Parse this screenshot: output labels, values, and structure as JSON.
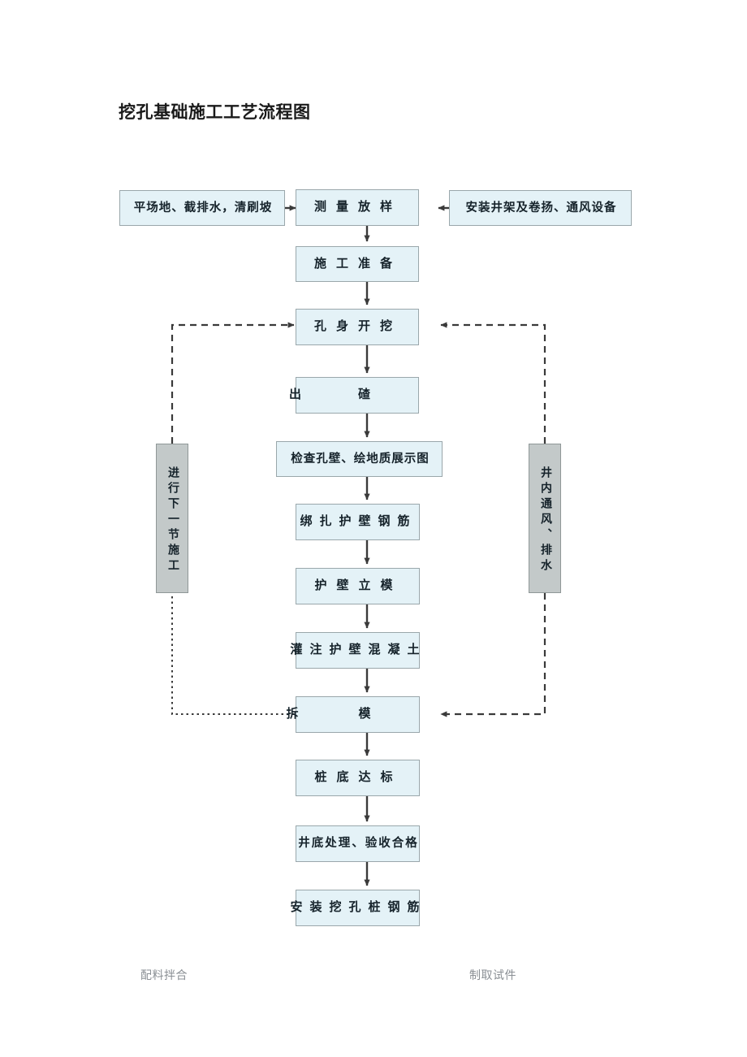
{
  "page": {
    "title": "挖孔基础施工工艺流程图",
    "background_color": "#ffffff"
  },
  "theme": {
    "node_fill": "#e4f2f7",
    "node_border": "#9aa7ab",
    "side_node_fill": "#c3c9c9",
    "side_node_border": "#8f9797",
    "connector_color": "#3a3a3a",
    "footnote_color": "#8a8f94"
  },
  "nodes": {
    "prep_left": "平场地、截排水，清刷坡",
    "survey": "测量放样",
    "prep_right": "安装井架及卷扬、通风设备",
    "construction_prep": "施工准备",
    "hole_excavation": "孔身开挖",
    "muck_removal": "出碴",
    "inspect_wall": "检查孔壁、绘地质展示图",
    "tie_rebar": "绑扎护壁钢筋",
    "erect_formwork": "护壁立模",
    "pour_concrete": "灌注护壁混凝土",
    "strip_formwork": "拆模",
    "pile_bottom": "桩底达标",
    "bottom_treatment": "井底处理、验收合格",
    "install_rebar": "安装挖孔桩钢筋",
    "next_section": "进行下一节施工",
    "ventilation": "井内通风、排水"
  },
  "footnotes": {
    "left": "配料拌合",
    "right": "制取试件"
  }
}
